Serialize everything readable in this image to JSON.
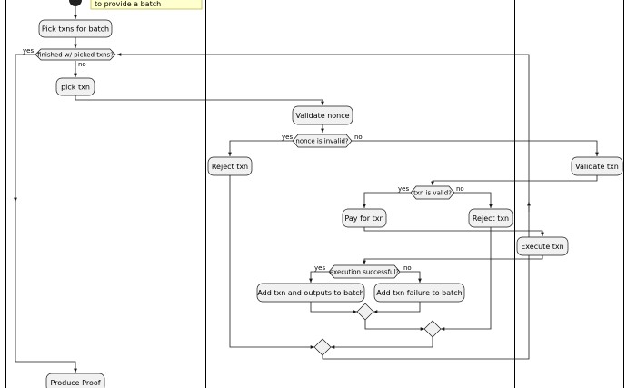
{
  "note": {
    "text": "to provide a batch"
  },
  "activities": {
    "pick_txns": "Pick txns for batch",
    "pick_txn": "pick txn",
    "validate_nonce": "Validate nonce",
    "reject_txn_nonce": "Reject txn",
    "validate_txn": "Validate txn",
    "pay_for_txn": "Pay for txn",
    "reject_txn_invalid": "Reject txn",
    "execute_txn": "Execute txn",
    "add_txn_outputs": "Add txn and outputs to batch",
    "add_txn_failure": "Add txn failure to batch",
    "produce_proof": "Produce Proof"
  },
  "conditions": {
    "finished": "finished w/ picked txns?",
    "nonce_invalid": "nonce is invalid?",
    "txn_valid": "txn is valid?",
    "execution_successful": "execution successful?"
  },
  "branches": {
    "finished_yes": "yes",
    "finished_no": "no",
    "nonce_yes": "yes",
    "nonce_no": "no",
    "valid_yes": "yes",
    "valid_no": "no",
    "exec_yes": "yes",
    "exec_no": "no"
  }
}
